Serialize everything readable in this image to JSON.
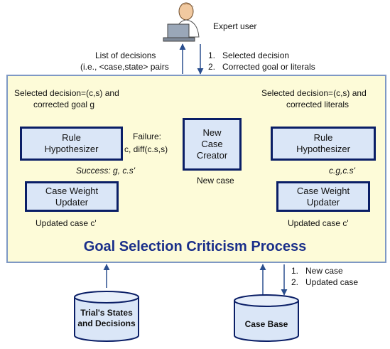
{
  "expert": {
    "label": "Expert user",
    "inputs": [
      "Selected decision",
      "Corrected goal or literals"
    ],
    "output_line1": "List of decisions",
    "output_line2": "(i.e., <case,state> pairs"
  },
  "left": {
    "input_line1": "Selected decision=(c,s) and",
    "input_line2": "corrected goal g",
    "hypothesizer": [
      "Rule",
      "Hypothesizer"
    ],
    "success_label": "Success: g, c.s'",
    "updater": [
      "Case Weight",
      "Updater"
    ],
    "output": "Updated case c'"
  },
  "middle": {
    "failure_line1": "Failure:",
    "failure_line2": "c, diff(c.s,s)",
    "creator": [
      "New",
      "Case",
      "Creator"
    ],
    "output": "New case"
  },
  "right": {
    "input_line1": "Selected decision=(c,s) and",
    "input_line2": "corrected literals",
    "hypothesizer": [
      "Rule",
      "Hypothesizer"
    ],
    "flow_label": "c.g,c.s'",
    "updater": [
      "Case Weight",
      "Updater"
    ],
    "output": "Updated case c'"
  },
  "process_title": "Goal Selection Criticism Process",
  "stores": {
    "left": [
      "Trial's States",
      "and Decisions"
    ],
    "right": "Case Base",
    "right_outputs": [
      "New case",
      "Updated case"
    ]
  },
  "colors": {
    "panel_fill": "#fdfbd8",
    "panel_border": "#7e98c4",
    "box_fill": "#dae6f7",
    "box_border": "#0a1e66",
    "title": "#1a2f8a",
    "arrow": "#2b4f8f"
  }
}
